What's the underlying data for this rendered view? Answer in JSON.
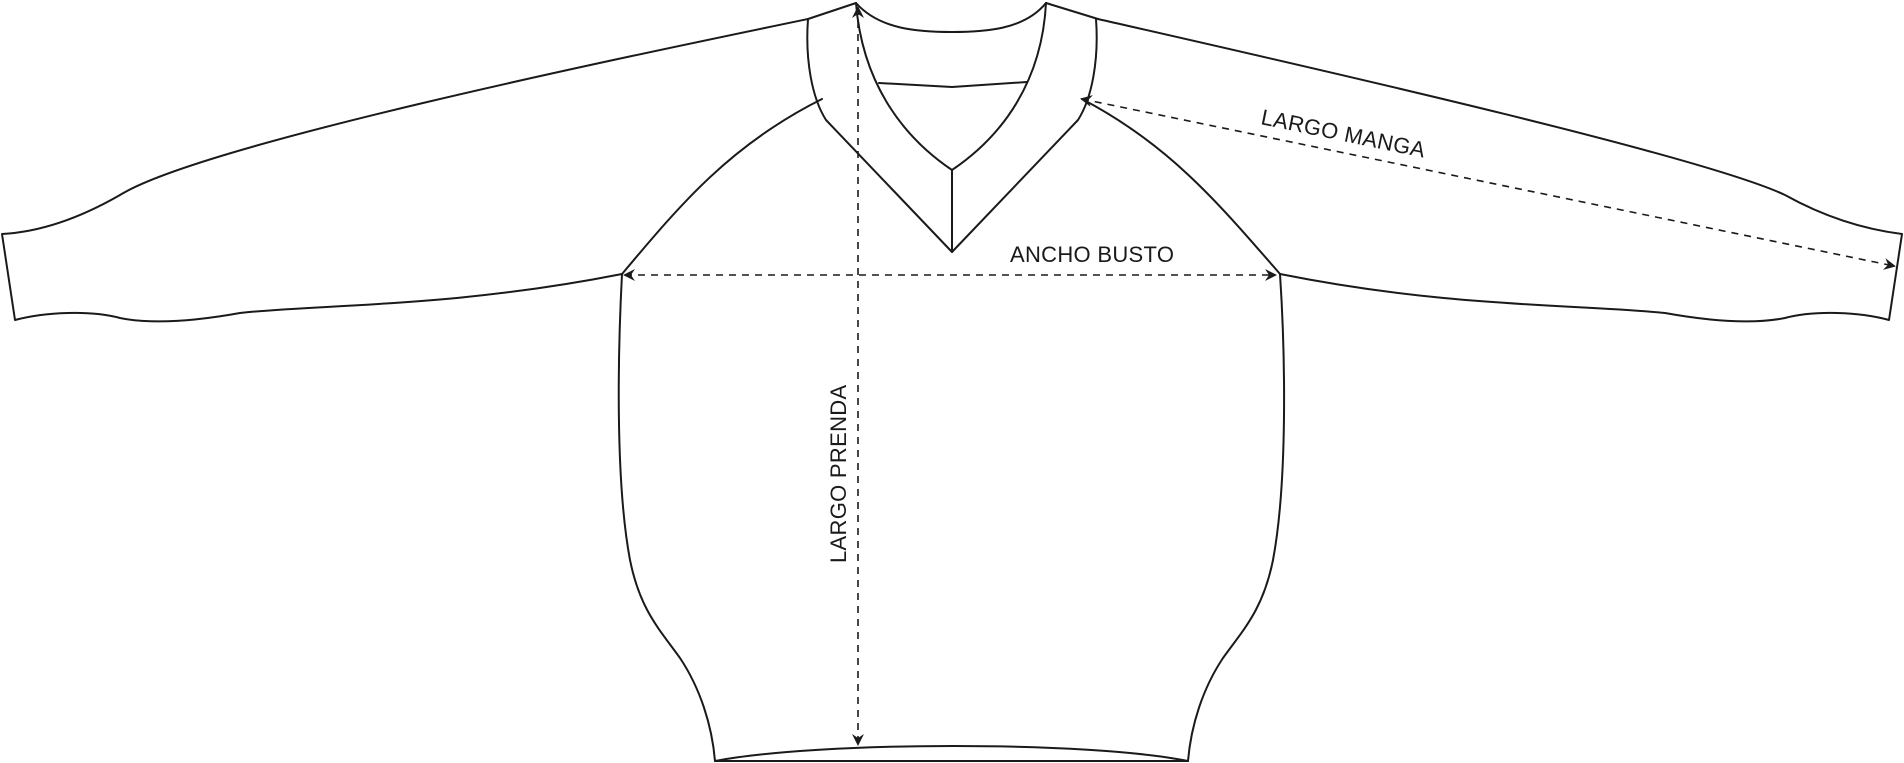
{
  "diagram": {
    "labels": {
      "largo_manga": "LARGO MANGA",
      "ancho_busto": "ANCHO BUSTO",
      "largo_prenda": "LARGO PRENDA"
    },
    "colors": {
      "line": "#1a1a1a",
      "background": "#ffffff"
    }
  }
}
